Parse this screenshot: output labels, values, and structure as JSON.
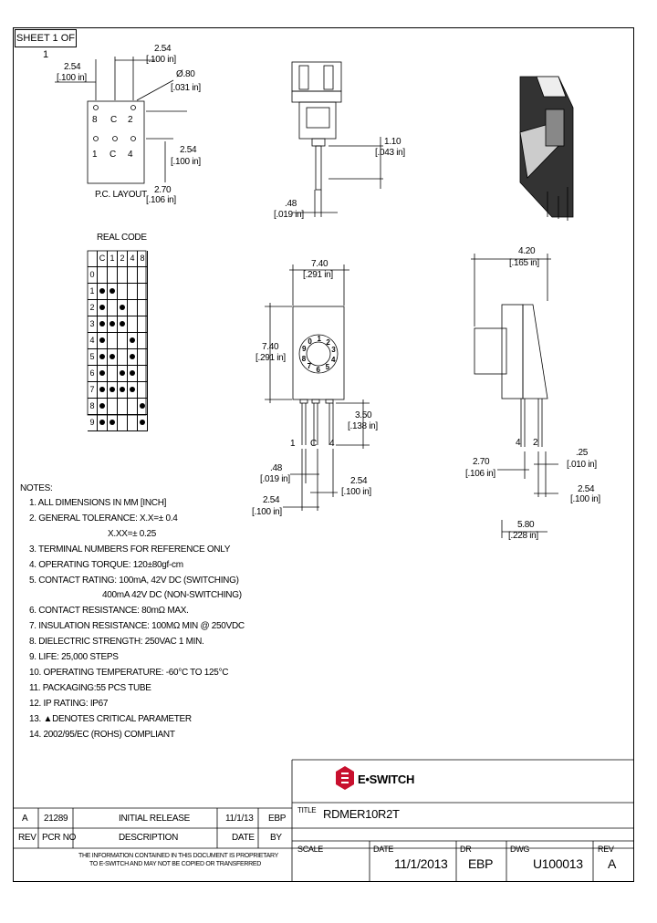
{
  "sheet": "SHEET 1 OF 1",
  "pcb": {
    "dim_2_54_top": "2.54",
    "dim_100_top": "[.100 in]",
    "dim_2_54_left": "2.54",
    "dim_100_left": "[.100 in]",
    "dim_080": "Ø.80",
    "dim_031": "[.031 in]",
    "dim_2_54_right": "2.54",
    "dim_100_right": "[.100 in]",
    "dim_2_70": "2.70",
    "dim_106": "[.106 in]",
    "pins_top": [
      "8",
      "C",
      "2"
    ],
    "pins_bottom": [
      "1",
      "C",
      "4"
    ],
    "label": "P.C. LAYOUT"
  },
  "side_top": {
    "dim_110": "1.10",
    "dim_043": "[.043 in]",
    "dim_48": ".48",
    "dim_019": "[.019 in]"
  },
  "real_code": {
    "title": "REAL CODE",
    "headers": [
      "C",
      "1",
      "2",
      "4",
      "8"
    ],
    "rows": [
      {
        "label": "0",
        "dots": [
          false,
          false,
          false,
          false,
          false
        ]
      },
      {
        "label": "1",
        "dots": [
          true,
          true,
          false,
          false,
          false
        ]
      },
      {
        "label": "2",
        "dots": [
          true,
          false,
          true,
          false,
          false
        ]
      },
      {
        "label": "3",
        "dots": [
          true,
          true,
          true,
          false,
          false
        ]
      },
      {
        "label": "4",
        "dots": [
          true,
          false,
          false,
          true,
          false
        ]
      },
      {
        "label": "5",
        "dots": [
          true,
          true,
          false,
          true,
          false
        ]
      },
      {
        "label": "6",
        "dots": [
          true,
          false,
          true,
          true,
          false
        ]
      },
      {
        "label": "7",
        "dots": [
          true,
          true,
          true,
          true,
          false
        ]
      },
      {
        "label": "8",
        "dots": [
          true,
          false,
          false,
          false,
          true
        ]
      },
      {
        "label": "9",
        "dots": [
          true,
          true,
          false,
          false,
          true
        ]
      }
    ]
  },
  "front": {
    "dim_w": "7.40",
    "dim_w_in": "[.291 in]",
    "dim_h": "7.40",
    "dim_h_in": "[.291 in]",
    "dial_digits": [
      "0",
      "1",
      "2",
      "3",
      "4",
      "5",
      "6",
      "7",
      "8",
      "9"
    ],
    "dim_350": "3.50",
    "dim_138": "[.138 in]",
    "pins": [
      "1",
      "C",
      "4"
    ],
    "dim_48": ".48",
    "dim_019": "[.019 in]",
    "dim_254a": "2.54",
    "dim_100a": "[.100 in]",
    "dim_254b": "2.54",
    "dim_100b": "[.100 in]"
  },
  "side": {
    "dim_420": "4.20",
    "dim_165": "[.165 in]",
    "pins": [
      "4",
      "2"
    ],
    "dim_270": "2.70",
    "dim_106": "[.106 in]",
    "dim_25": ".25",
    "dim_010": "[.010 in]",
    "dim_254": "2.54",
    "dim_100": "[.100 in]",
    "dim_580": "5.80",
    "dim_228": "[.228 in]"
  },
  "notes": {
    "title": "NOTES:",
    "items": [
      "1. ALL DIMENSIONS IN MM [INCH]",
      "2. GENERAL TOLERANCE: X.X=± 0.4",
      "X.XX=± 0.25",
      "3. TERMINAL NUMBERS FOR REFERENCE ONLY",
      "4. OPERATING TORQUE: 120±80gf-cm",
      "5. CONTACT RATING: 100mA, 42V DC (SWITCHING)",
      "400mA 42V DC (NON-SWITCHING)",
      "6. CONTACT RESISTANCE: 80mΩ MAX.",
      "7. INSULATION RESISTANCE: 100MΩ MIN @ 250VDC",
      "8. DIELECTRIC STRENGTH: 250VAC 1 MIN.",
      "9. LIFE: 25,000 STEPS",
      "10. OPERATING TEMPERATURE: -60°C TO 125°C",
      "11. PACKAGING:55 PCS TUBE",
      "12. IP RATING: IP67",
      "13. ▲DENOTES CRITICAL PARAMETER",
      "14. 2002/95/EC (ROHS) COMPLIANT"
    ]
  },
  "logo": "E•SWITCH",
  "revision_table": {
    "row": {
      "rev": "A",
      "pcr": "21289",
      "description": "INITIAL RELEASE",
      "date": "11/1/13",
      "by": "EBP"
    },
    "header": {
      "rev": "REV",
      "pcr": "PCR NO",
      "description": "DESCRIPTION",
      "date": "DATE",
      "by": "BY"
    },
    "proprietary_line1": "THE INFORMATION CONTAINED IN THIS DOCUMENT IS PROPRIETARY",
    "proprietary_line2": "TO E-SWITCH AND MAY NOT BE COPIED OR TRANSFERRED"
  },
  "title_block": {
    "title_label": "TITLE",
    "title": "RDMER10R2T",
    "scale_label": "SCALE",
    "scale": "",
    "date_label": "DATE",
    "date": "11/1/2013",
    "dr_label": "DR",
    "dr": "EBP",
    "dwg_label": "DWG",
    "dwg": "U100013",
    "rev_label": "REV",
    "rev": "A"
  }
}
